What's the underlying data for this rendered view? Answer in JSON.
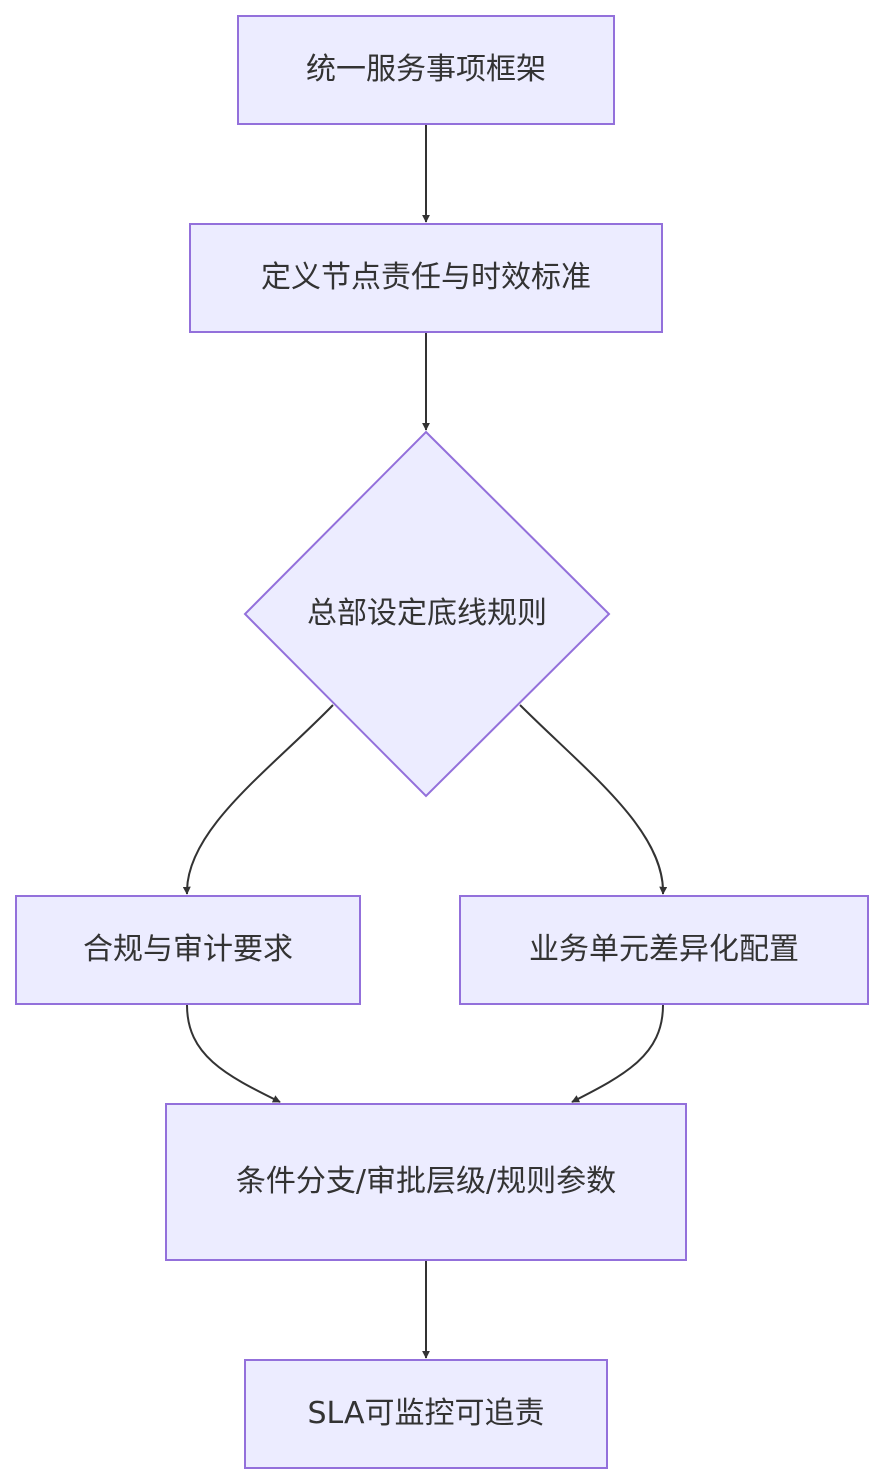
{
  "diagram": {
    "type": "flowchart",
    "direction": "top-down",
    "colors": {
      "node_fill": "#ececff",
      "node_stroke": "#9370db",
      "edge": "#333333",
      "text": "#333333",
      "background": "#ffffff"
    },
    "nodes": {
      "n1": {
        "label": "统一服务事项框架",
        "shape": "rect"
      },
      "n2": {
        "label": "定义节点责任与时效标准",
        "shape": "rect"
      },
      "n3": {
        "label": "总部设定底线规则",
        "shape": "diamond"
      },
      "n4": {
        "label": "合规与审计要求",
        "shape": "rect"
      },
      "n5": {
        "label": "业务单元差异化配置",
        "shape": "rect"
      },
      "n6": {
        "label": "条件分支/审批层级/规则参数",
        "shape": "rect"
      },
      "n7": {
        "label": "SLA可监控可追责",
        "shape": "rect"
      }
    },
    "edges": [
      {
        "from": "n1",
        "to": "n2"
      },
      {
        "from": "n2",
        "to": "n3"
      },
      {
        "from": "n3",
        "to": "n4"
      },
      {
        "from": "n3",
        "to": "n5"
      },
      {
        "from": "n4",
        "to": "n6"
      },
      {
        "from": "n5",
        "to": "n6"
      },
      {
        "from": "n6",
        "to": "n7"
      }
    ]
  }
}
